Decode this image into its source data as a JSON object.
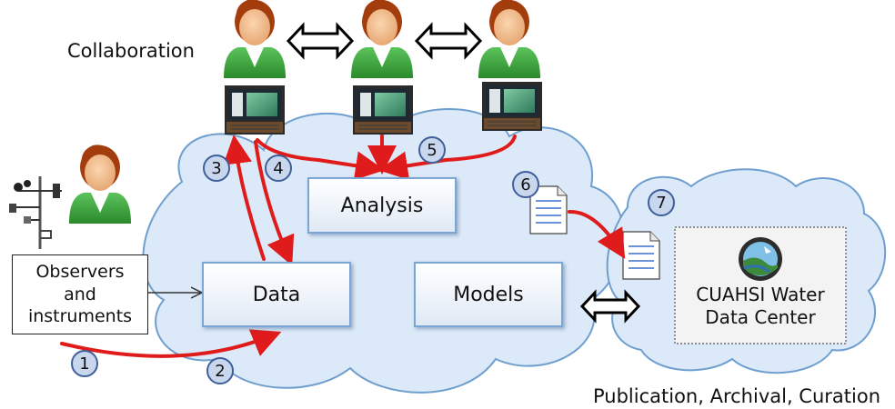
{
  "labels": {
    "collaboration": "Collaboration",
    "observers": "Observers and instruments",
    "publication": "Publication, Archival, Curation"
  },
  "boxes": {
    "analysis": "Analysis",
    "data": "Data",
    "models": "Models",
    "cuahsi": "CUAHSI Water Data Center"
  },
  "badges": [
    "1",
    "2",
    "3",
    "4",
    "5",
    "6",
    "7"
  ],
  "colors": {
    "cloud_fill": "#dce9f8",
    "cloud_stroke": "#6f9fcf",
    "flow_arrow": "#e01b1b",
    "person_shirt": "#3aa03a",
    "person_hair": "#a33d0d",
    "person_skin": "#f2bb88",
    "badge_fill": "#c9d7ee"
  },
  "icons": [
    "person-icon",
    "laptop-icon",
    "double-arrow-icon",
    "weather-station-icon",
    "document-icon",
    "water-data-center-logo"
  ]
}
